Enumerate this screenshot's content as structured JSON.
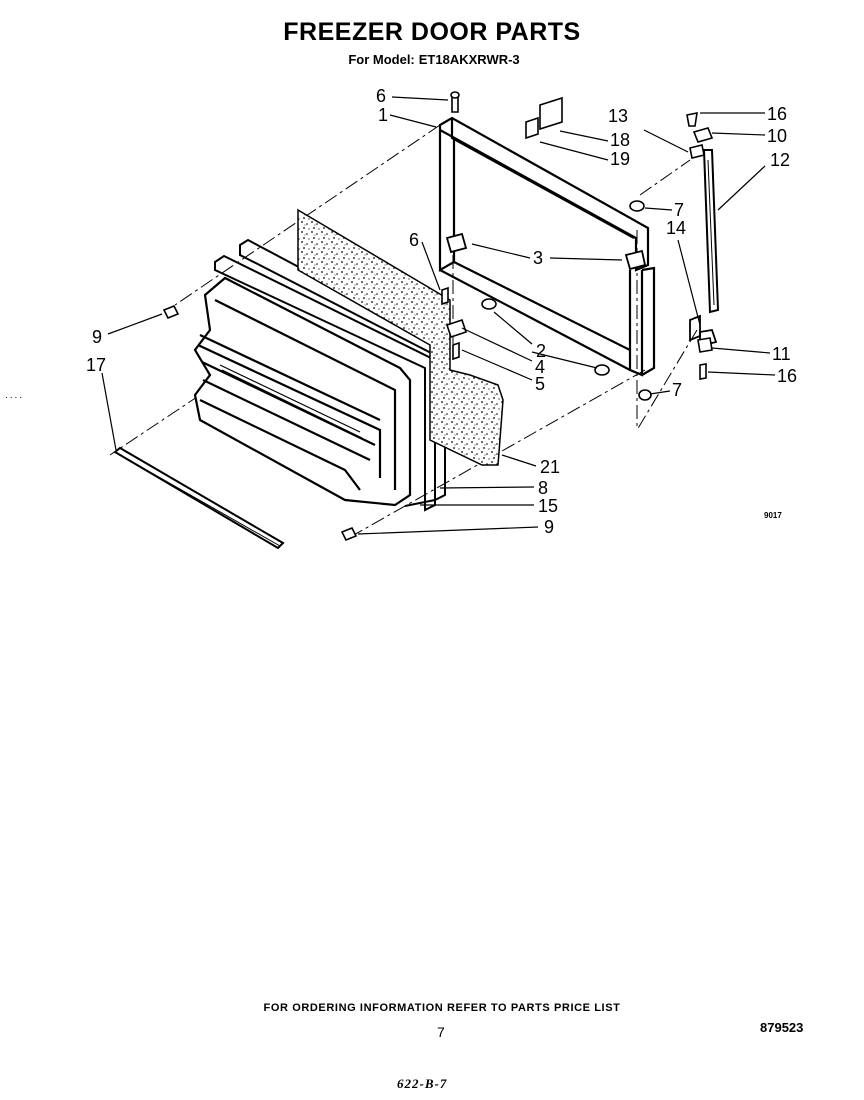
{
  "header": {
    "title": "FREEZER DOOR PARTS",
    "model_label": "For Model:",
    "model_number": "ET18AKXRWR-3"
  },
  "callouts": [
    "1",
    "2",
    "3",
    "4",
    "5",
    "6",
    "7",
    "8",
    "9",
    "10",
    "11",
    "12",
    "13",
    "14",
    "15",
    "16",
    "17",
    "18",
    "19",
    "21"
  ],
  "figure_code": "9017",
  "footer": {
    "ordering_info": "FOR ORDERING INFORMATION REFER TO PARTS PRICE LIST",
    "page_number": "7",
    "document_number": "879523",
    "handwritten_note": "622-B-7",
    "margin_mark": "...."
  }
}
